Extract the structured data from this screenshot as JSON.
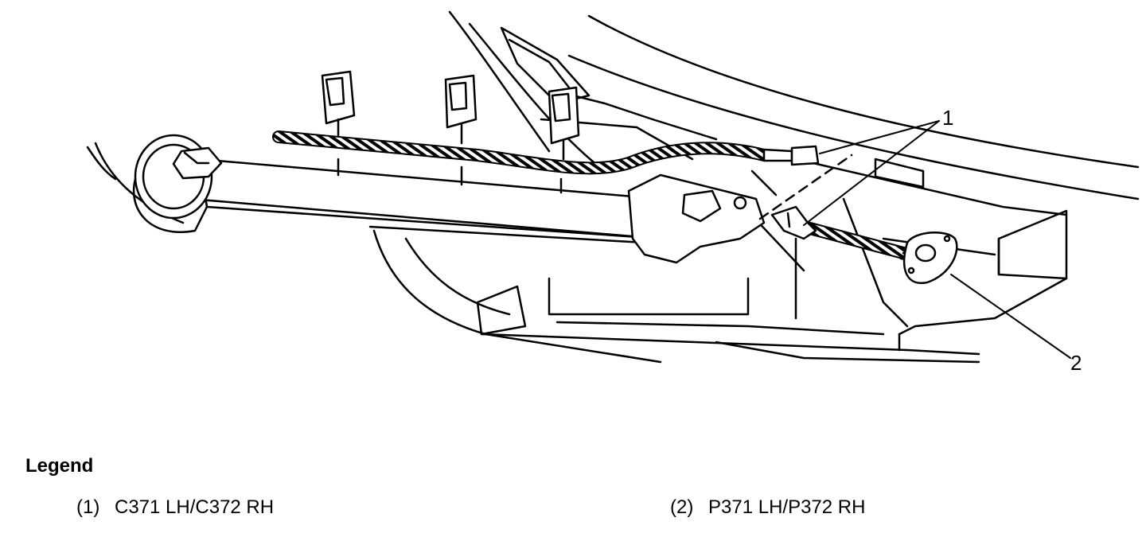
{
  "diagram": {
    "callouts": [
      {
        "label": "1"
      },
      {
        "label": "2"
      }
    ]
  },
  "legend": {
    "title": "Legend",
    "items": [
      {
        "num": "(1)",
        "text": "C371 LH/C372 RH"
      },
      {
        "num": "(2)",
        "text": "P371 LH/P372 RH"
      }
    ]
  }
}
